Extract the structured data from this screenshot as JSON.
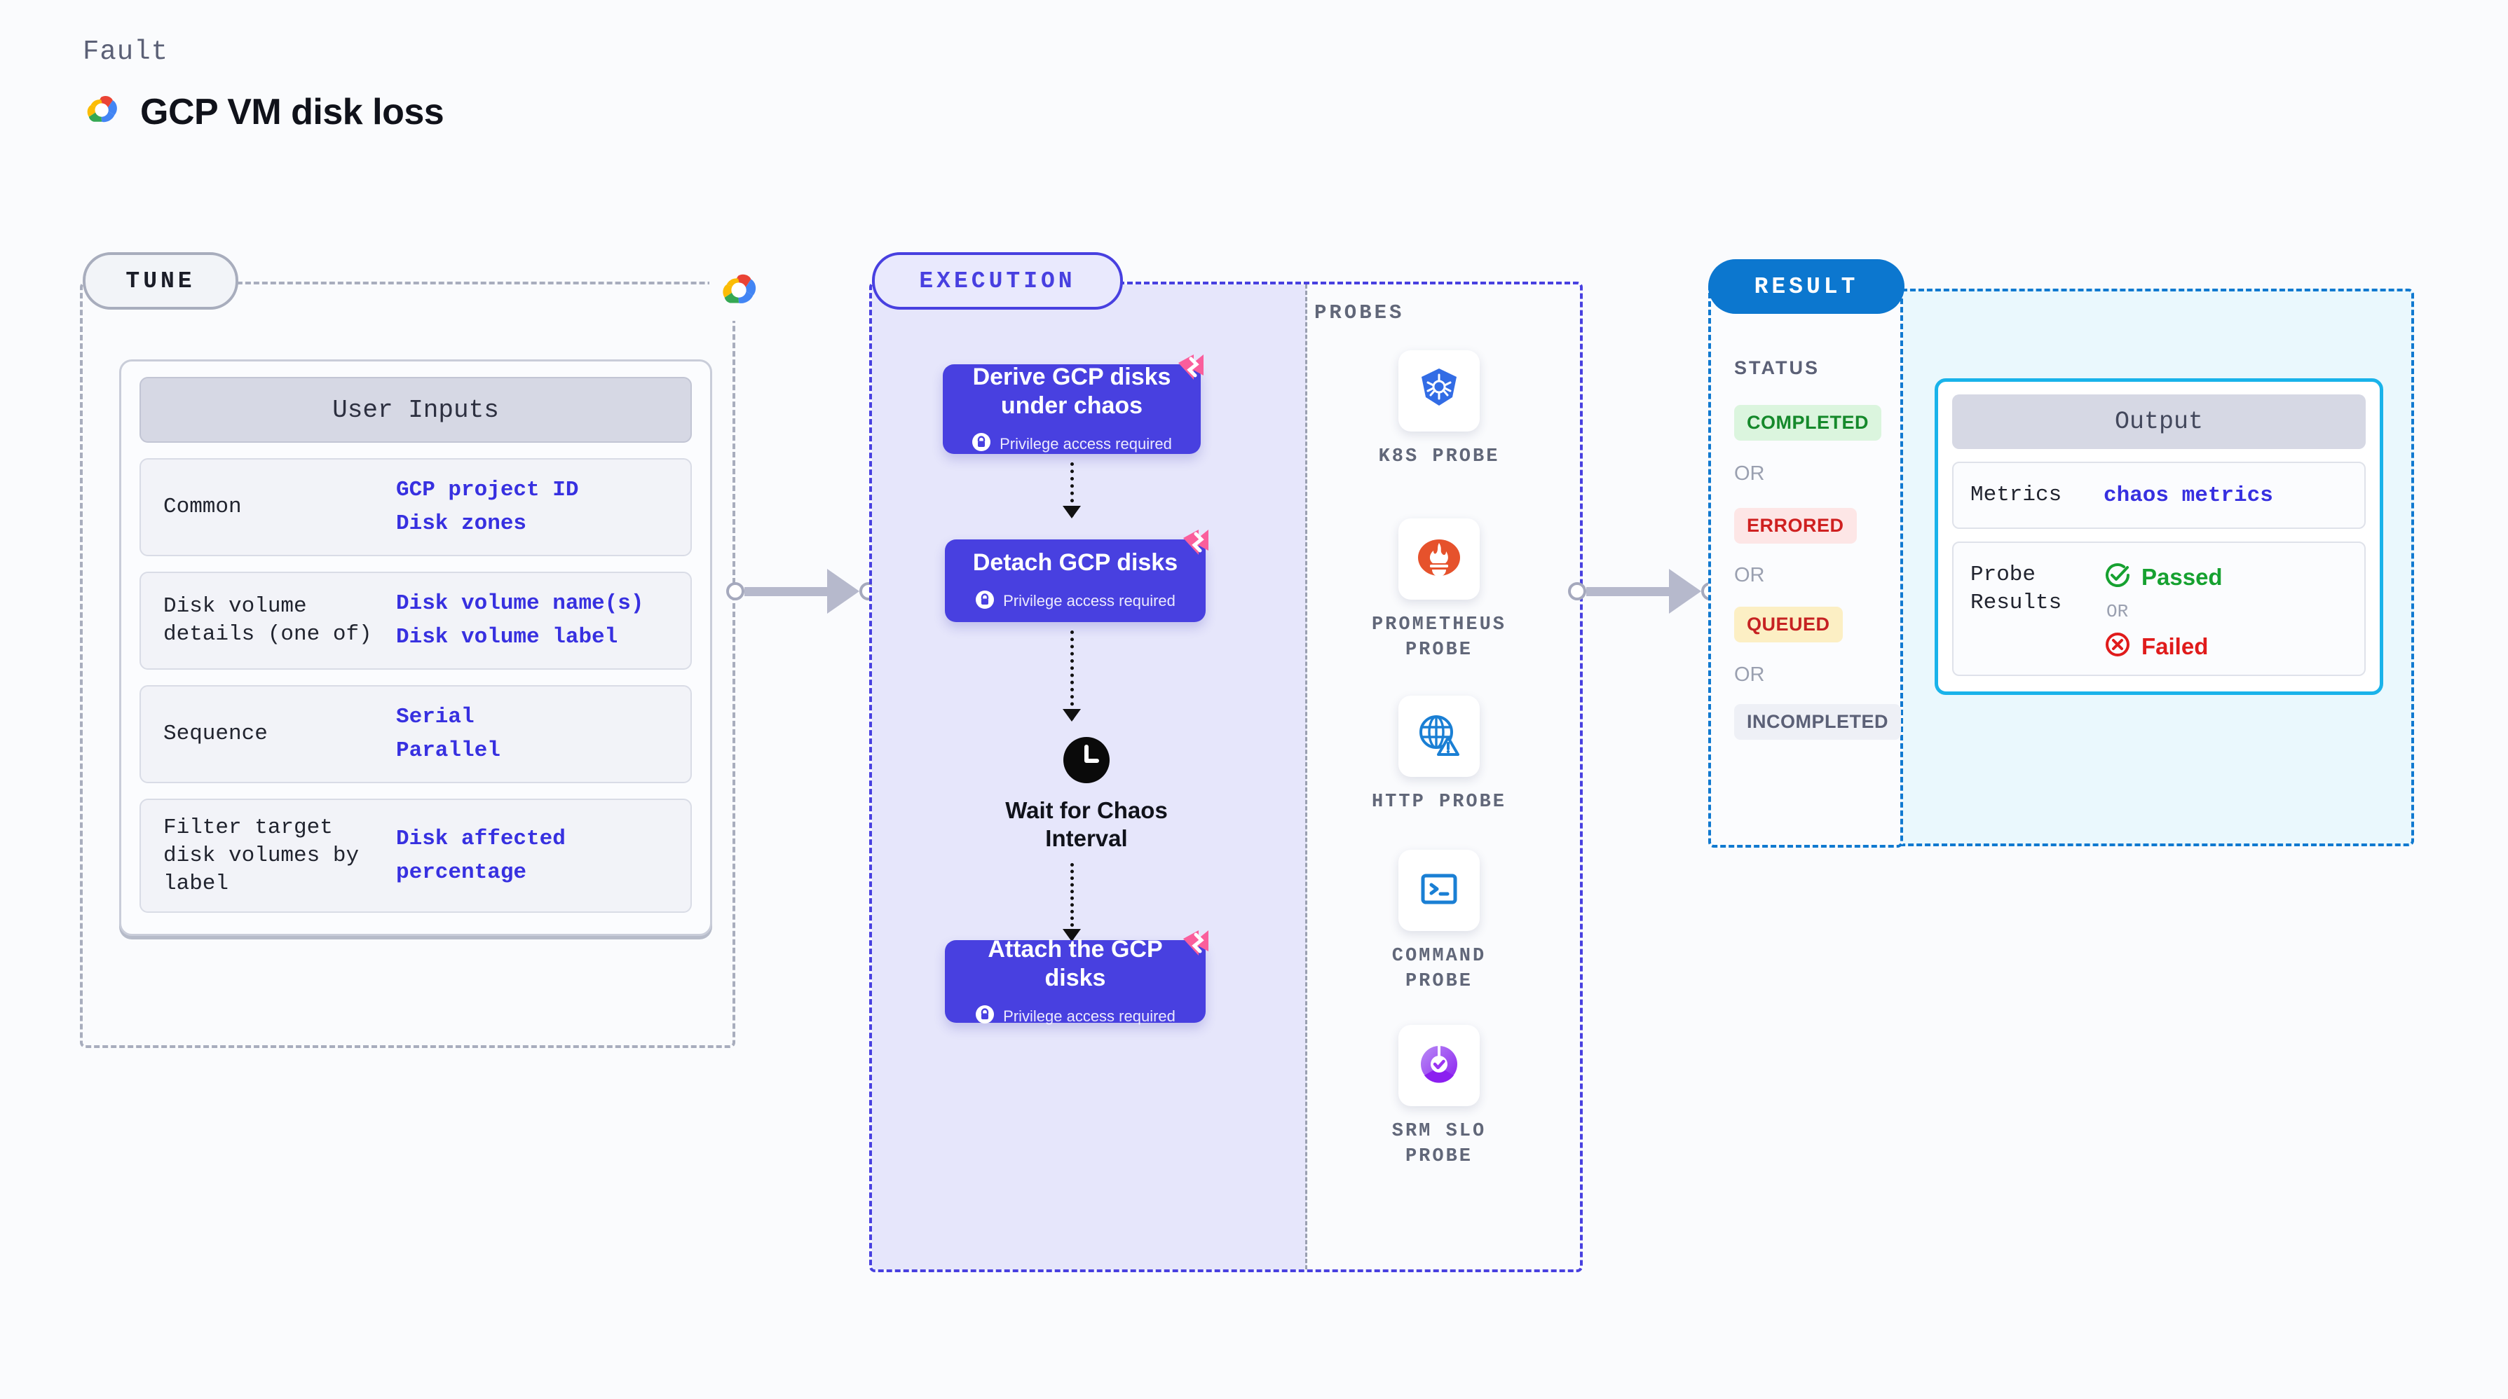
{
  "header": {
    "kicker": "Fault",
    "title": "GCP VM disk loss",
    "logo_icon": "gcp-logo-icon"
  },
  "tune": {
    "badge": "TUNE",
    "border_color": "#a8adbd",
    "logo_icon": "gcp-logo-icon",
    "card_title": "User Inputs",
    "rows": [
      {
        "key": "Common",
        "values": [
          "GCP project ID",
          "Disk zones"
        ]
      },
      {
        "key": "Disk volume details (one of)",
        "values": [
          "Disk volume name(s)",
          "Disk volume label"
        ]
      },
      {
        "key": "Sequence",
        "values": [
          "Serial",
          "Parallel"
        ]
      },
      {
        "key": "Filter target disk volumes by label",
        "values": [
          "Disk affected percentage"
        ]
      }
    ]
  },
  "execution": {
    "badge": "EXECUTION",
    "accent_color": "#4840e0",
    "privilege_note": "Privilege access required",
    "lock_icon": "lock-icon",
    "chaos_icon": "chaos-flag-icon",
    "nodes": [
      {
        "title": "Derive GCP disks under chaos",
        "has_privilege": true
      },
      {
        "title": "Detach GCP disks",
        "has_privilege": true
      }
    ],
    "wait": {
      "label": "Wait for Chaos Interval",
      "icon": "clock-icon"
    },
    "final_node": {
      "title": "Attach the GCP disks",
      "has_privilege": true
    }
  },
  "probes": {
    "label": "PROBES",
    "items": [
      {
        "name": "K8S PROBE",
        "icon": "kubernetes-icon"
      },
      {
        "name": "PROMETHEUS PROBE",
        "icon": "prometheus-icon"
      },
      {
        "name": "HTTP PROBE",
        "icon": "http-globe-warning-icon"
      },
      {
        "name": "COMMAND PROBE",
        "icon": "terminal-icon"
      },
      {
        "name": "SRM SLO PROBE",
        "icon": "srm-slo-icon"
      }
    ]
  },
  "result": {
    "badge": "RESULT",
    "accent_color": "#0c77cf",
    "status_label": "STATUS",
    "or_label": "OR",
    "statuses": [
      {
        "text": "COMPLETED",
        "bg": "#dbf5de",
        "fg": "#15892b"
      },
      {
        "text": "ERRORED",
        "bg": "#fde6e6",
        "fg": "#cf2020"
      },
      {
        "text": "QUEUED",
        "bg": "#fcefc4",
        "fg": "#c62222"
      },
      {
        "text": "INCOMPLETED",
        "bg": "#eef0f6",
        "fg": "#5b6076"
      }
    ],
    "output": {
      "title": "Output",
      "metrics_key": "Metrics",
      "metrics_value": "chaos metrics",
      "probe_results_key": "Probe Results",
      "passed_text": "Passed",
      "passed_color": "#16a130",
      "failed_text": "Failed",
      "failed_color": "#e01b1b",
      "or_label": "OR",
      "passed_icon": "check-circle-icon",
      "failed_icon": "x-circle-icon"
    }
  }
}
